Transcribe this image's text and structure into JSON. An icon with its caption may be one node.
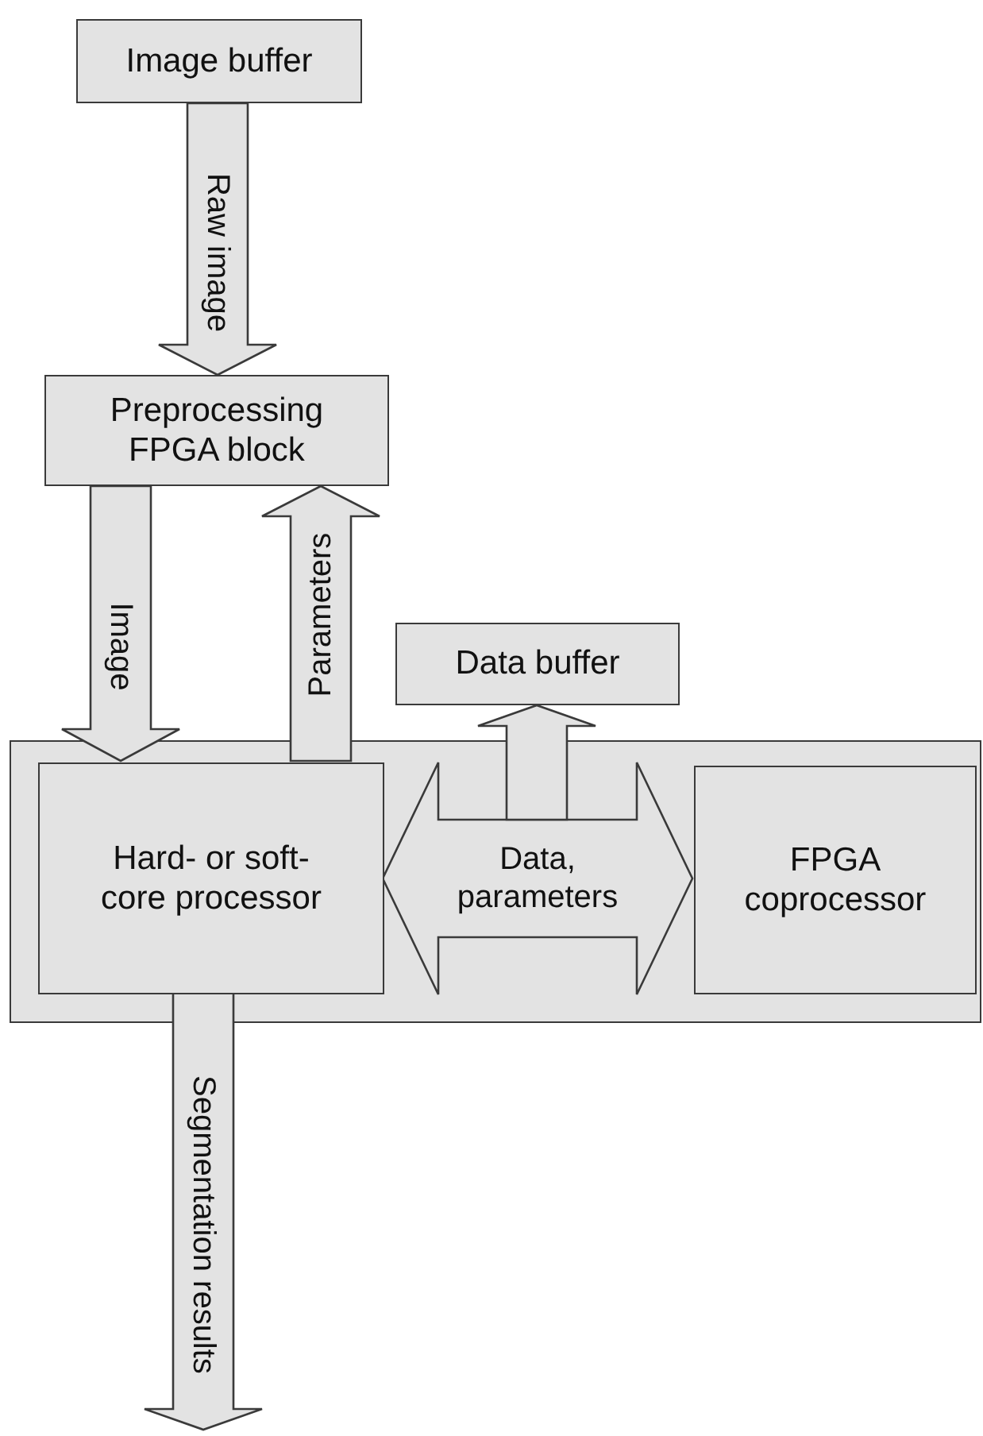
{
  "diagram": {
    "nodes": [
      {
        "text": [
          "Image buffer"
        ]
      },
      {
        "text": [
          "Preprocessing FPGA block"
        ]
      },
      {
        "text": [
          "Data buffer"
        ]
      },
      {
        "text": [],
        "shape": "box"
      },
      {
        "text": [
          "Hard- or soft-core processor"
        ],
        "in": 3
      },
      {
        "text": [
          "FPGA coprocessor"
        ],
        "in": 3
      }
    ],
    "edges": [
      {
        "from": 0,
        "to": 1,
        "arrow": "to",
        "label": "Raw image"
      },
      {
        "from": 1,
        "to": 4,
        "arrow": "to",
        "label": "Image"
      },
      {
        "from": 4,
        "to": 1,
        "arrow": "to",
        "label": "Parameters"
      },
      {
        "from": 4,
        "to": 5,
        "arrow": "both",
        "label": "Data, parameters"
      },
      {
        "from": null,
        "to": 2,
        "arrow": "to"
      },
      {
        "from": 4,
        "to": null,
        "arrow": "to",
        "label": "Segmentation results"
      }
    ]
  }
}
